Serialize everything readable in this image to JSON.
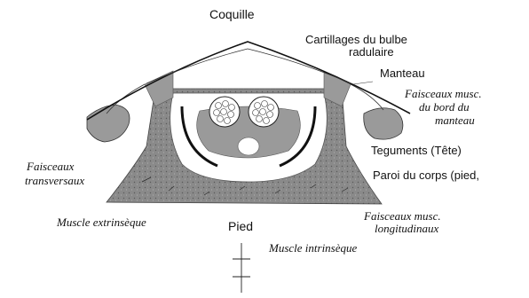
{
  "labels": {
    "coquille": "Coquille",
    "cartillages_line1": "Cartillages du bulbe",
    "cartillages_line2": "radulaire",
    "manteau": "Manteau",
    "faisceaux_bord_line1": "Faisceaux musc.",
    "faisceaux_bord_line2": "du bord du",
    "faisceaux_bord_line3": "manteau",
    "teguments": "Teguments (Tête)",
    "paroi": "Paroi du corps (pied,",
    "faisceaux_transv_line1": "Faisceaux",
    "faisceaux_transv_line2": "transversaux",
    "muscle_extrinseque": "Muscle extrinsèque",
    "pied": "Pied",
    "faisceaux_longit_line1": "Faisceaux musc.",
    "faisceaux_longit_line2": "longitudinaux",
    "muscle_intrinseque": "Muscle intrinsèque"
  },
  "colors": {
    "ink": "#111111",
    "tissue_gray": "#8a8a8a",
    "light_gray": "#c4c4c4",
    "paper": "#ffffff"
  }
}
